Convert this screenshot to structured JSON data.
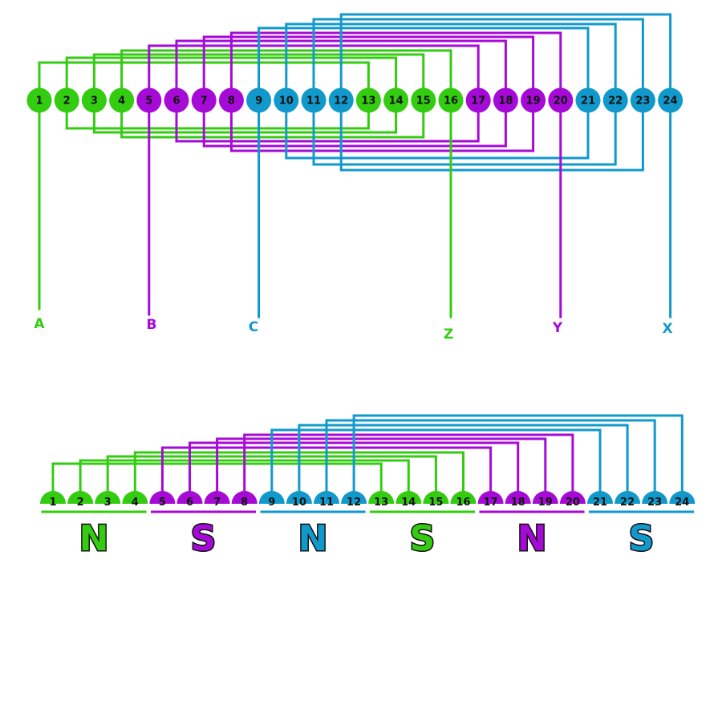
{
  "colors": {
    "phase_a": "#33cc11",
    "phase_b": "#a60ad6",
    "phase_c": "#1199cc",
    "outline": "#111111"
  },
  "slots": [
    "1",
    "2",
    "3",
    "4",
    "5",
    "6",
    "7",
    "8",
    "9",
    "10",
    "11",
    "12",
    "13",
    "14",
    "15",
    "16",
    "17",
    "18",
    "19",
    "20",
    "21",
    "22",
    "23",
    "24"
  ],
  "slot_phase": [
    "a",
    "a",
    "a",
    "a",
    "b",
    "b",
    "b",
    "b",
    "c",
    "c",
    "c",
    "c",
    "a",
    "a",
    "a",
    "a",
    "b",
    "b",
    "b",
    "b",
    "c",
    "c",
    "c",
    "c"
  ],
  "winding_diagram": {
    "coils": [
      {
        "from": 1,
        "to": 13,
        "phase": "a"
      },
      {
        "from": 2,
        "to": 14,
        "phase": "a"
      },
      {
        "from": 3,
        "to": 15,
        "phase": "a"
      },
      {
        "from": 4,
        "to": 16,
        "phase": "a"
      },
      {
        "from": 5,
        "to": 17,
        "phase": "b"
      },
      {
        "from": 6,
        "to": 18,
        "phase": "b"
      },
      {
        "from": 7,
        "to": 19,
        "phase": "b"
      },
      {
        "from": 8,
        "to": 20,
        "phase": "b"
      },
      {
        "from": 9,
        "to": 21,
        "phase": "c"
      },
      {
        "from": 10,
        "to": 22,
        "phase": "c"
      },
      {
        "from": 11,
        "to": 23,
        "phase": "c"
      },
      {
        "from": 12,
        "to": 24,
        "phase": "c"
      }
    ],
    "end_links": [
      {
        "from": 2,
        "to": 13,
        "phase": "a"
      },
      {
        "from": 3,
        "to": 14,
        "phase": "a"
      },
      {
        "from": 4,
        "to": 15,
        "phase": "a"
      },
      {
        "from": 6,
        "to": 17,
        "phase": "b"
      },
      {
        "from": 7,
        "to": 18,
        "phase": "b"
      },
      {
        "from": 8,
        "to": 19,
        "phase": "b"
      },
      {
        "from": 10,
        "to": 21,
        "phase": "c"
      },
      {
        "from": 11,
        "to": 22,
        "phase": "c"
      },
      {
        "from": 12,
        "to": 23,
        "phase": "c"
      }
    ],
    "terminals": [
      {
        "slot": 1,
        "label": "A",
        "phase": "a"
      },
      {
        "slot": 5,
        "label": "B",
        "phase": "b"
      },
      {
        "slot": 9,
        "label": "C",
        "phase": "c"
      },
      {
        "slot": 16,
        "label": "Z",
        "phase": "a"
      },
      {
        "slot": 20,
        "label": "Y",
        "phase": "b"
      },
      {
        "slot": 24,
        "label": "X",
        "phase": "c"
      }
    ]
  },
  "pole_diagram": {
    "poles": [
      {
        "label": "N",
        "phase": "a"
      },
      {
        "label": "S",
        "phase": "b"
      },
      {
        "label": "N",
        "phase": "c"
      },
      {
        "label": "S",
        "phase": "a"
      },
      {
        "label": "N",
        "phase": "b"
      },
      {
        "label": "S",
        "phase": "c"
      }
    ]
  }
}
